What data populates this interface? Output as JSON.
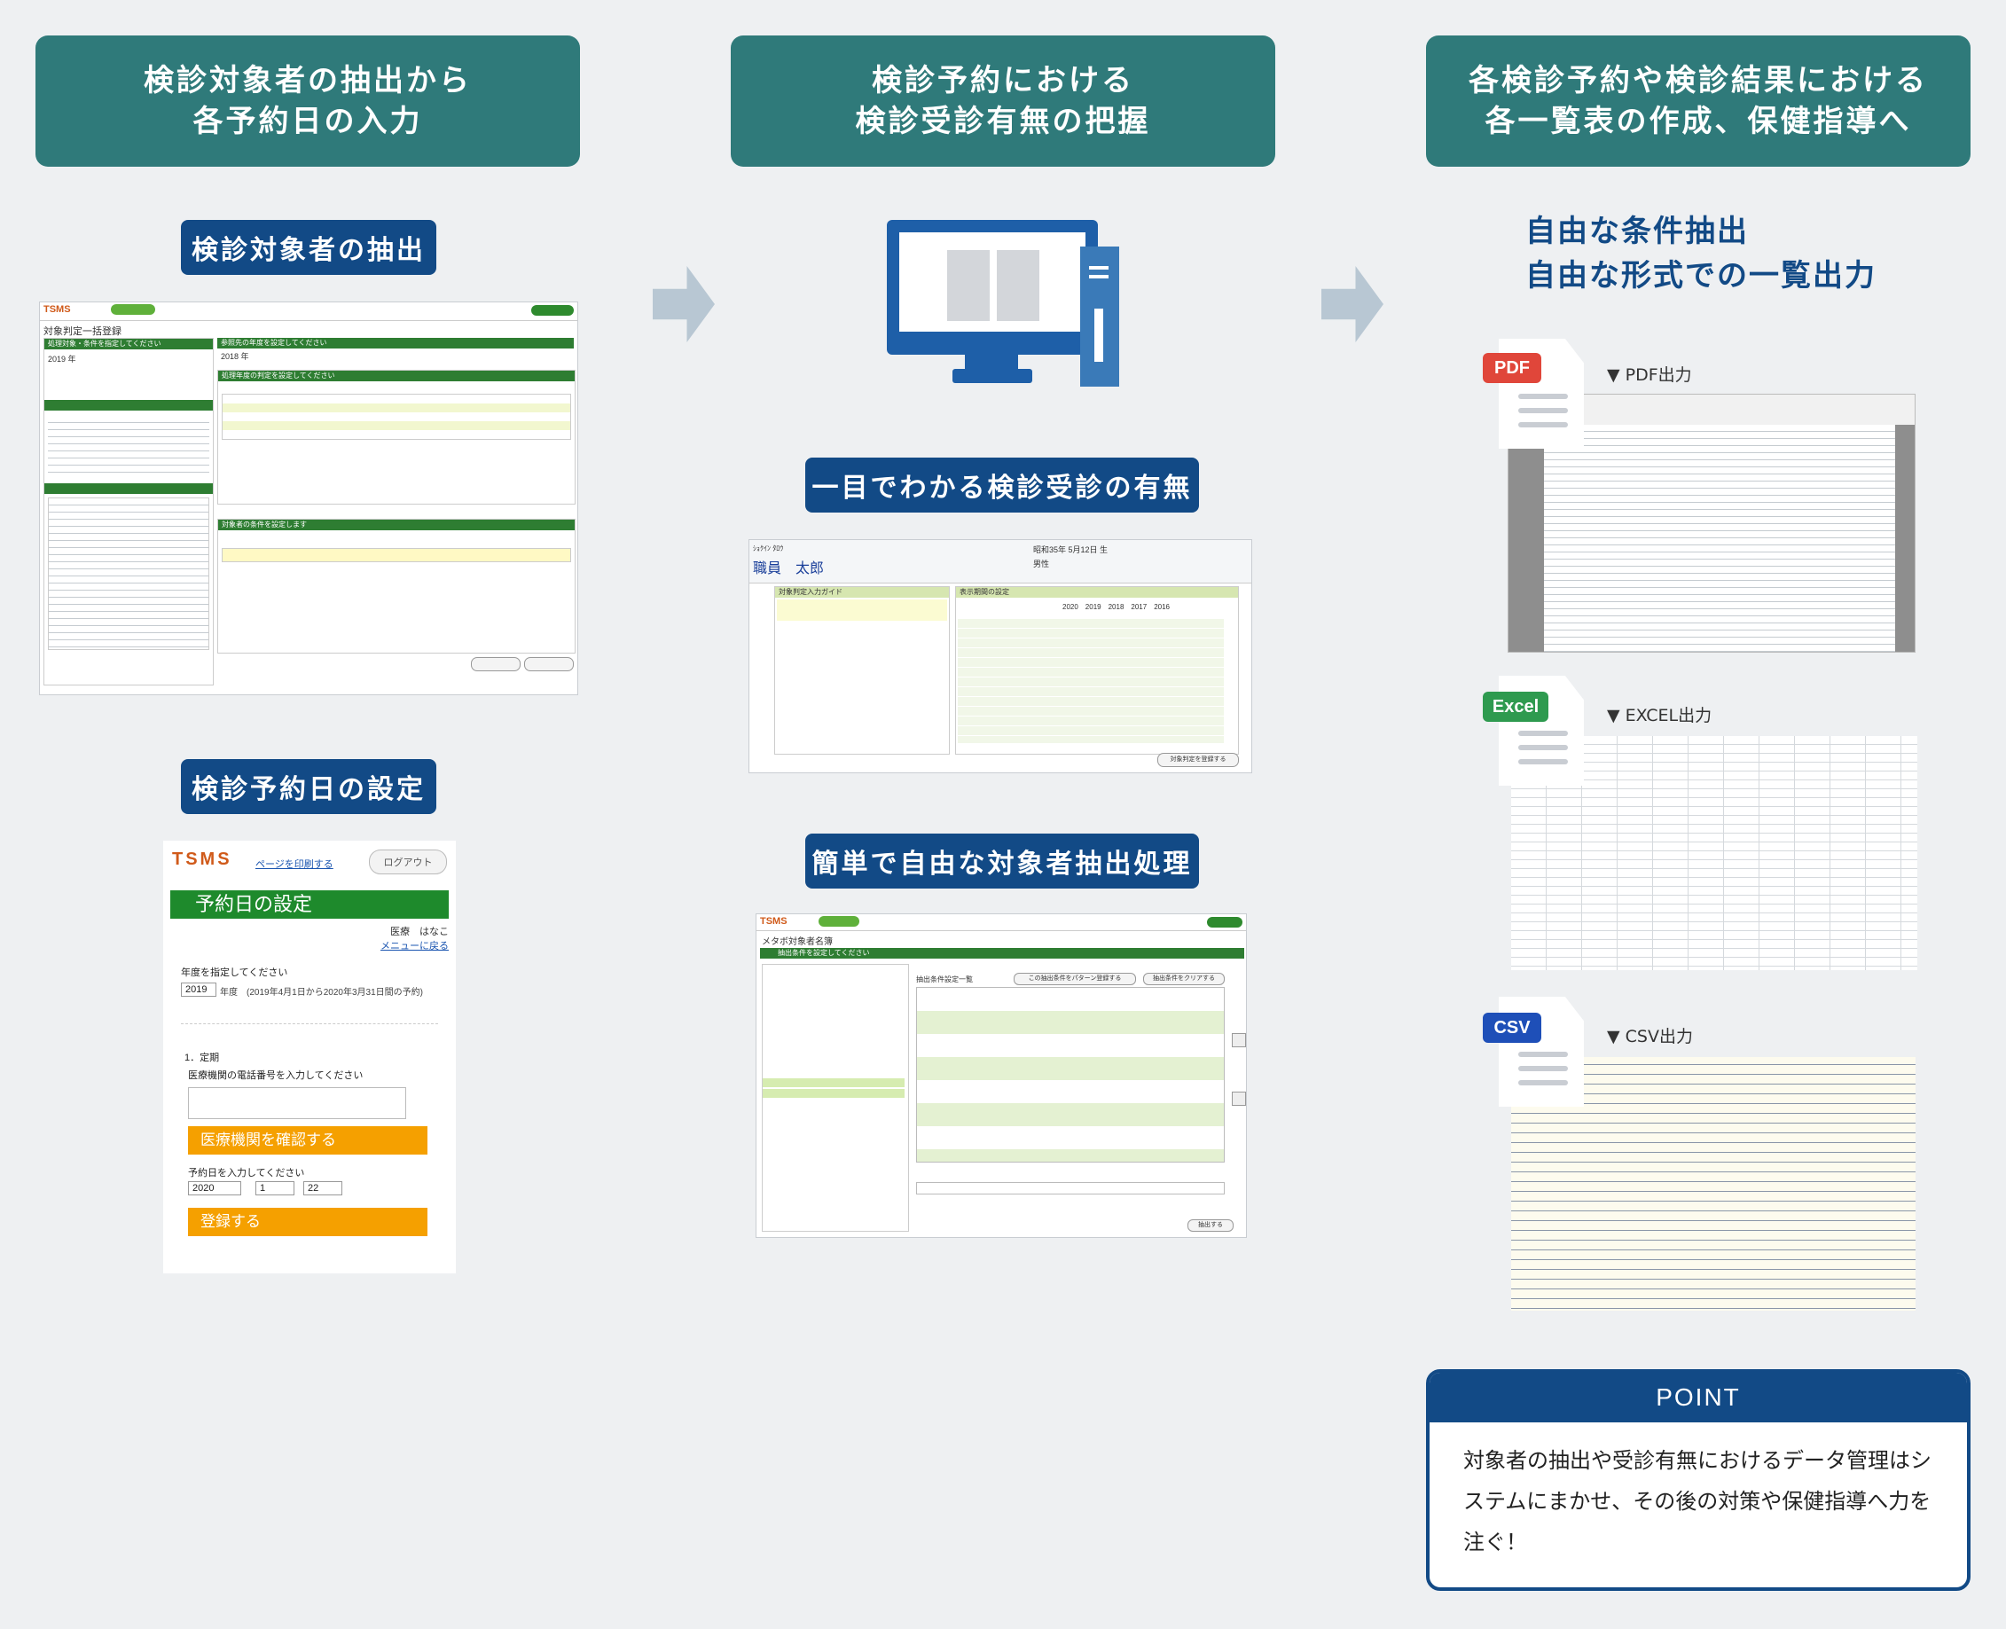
{
  "columns": [
    {
      "title_line1": "検診対象者の抽出から",
      "title_line2": "各予約日の入力"
    },
    {
      "title_line1": "検診予約における",
      "title_line2": "検診受診有無の把握"
    },
    {
      "title_line1": "各検診予約や検診結果における",
      "title_line2": "各一覧表の作成、保健指導へ"
    }
  ],
  "col1": {
    "pill_extract": "検診対象者の抽出",
    "pill_schedule": "検診予約日の設定",
    "extract_screen": {
      "logo": "TSMS",
      "title": "対象判定一括登録",
      "panel_left": "処理対象・条件を指定してください",
      "panel_right_top": "参照先の年度を設定してください",
      "panel_right_mid": "処理年度の判定を設定してください",
      "panel_right_bottom": "対象者の条件を設定します",
      "year": "2019 年",
      "ref_year": "2018 年"
    },
    "schedule_screen": {
      "logo": "TSMS",
      "print_link": "ページを印刷する",
      "logout": "ログアウト",
      "title": "予約日の設定",
      "user": "医療　はなこ",
      "menu_link": "メニューに戻る",
      "year_prompt": "年度を指定してください",
      "year_value": "2019",
      "year_suffix": "年度　(2019年4月1日から2020年3月31日間の予約)",
      "section": "1．定期",
      "phone_prompt": "医療機関の電話番号を入力してください",
      "confirm_button": "医療機関を確認する",
      "date_prompt": "予約日を入力してください",
      "date_year": "2020",
      "date_month": "1",
      "date_day": "22",
      "register_button": "登録する"
    }
  },
  "col2": {
    "pill_status": "一目でわかる検診受診の有無",
    "pill_extraction": "簡単で自由な対象者抽出処理",
    "status_screen": {
      "kana": "ｼｮｸｲﾝ ﾀﾛｳ",
      "name": "職員　太郎",
      "birth": "昭和35年 5月12日 生",
      "gender": "男性",
      "panel_left": "対象判定入力ガイド",
      "panel_right": "表示期間の設定",
      "years": [
        "2020",
        "2019",
        "2018",
        "2017",
        "2016"
      ],
      "footer": "対象判定を登録する"
    },
    "extraction_screen": {
      "logo": "TSMS",
      "title": "メタボ対象者名簿",
      "panel": "抽出条件を設定してください",
      "list_title": "抽出条件設定一覧",
      "save_button": "この抽出条件をパターン登録する",
      "clear_button": "抽出条件をクリアする",
      "run_button": "抽出する"
    }
  },
  "col3": {
    "headline_line1": "自由な条件抽出",
    "headline_line2": "自由な形式での一覧出力",
    "outputs": [
      {
        "badge": "PDF",
        "label": "▼ PDF出力",
        "color": "#e0463a"
      },
      {
        "badge": "Excel",
        "label": "▼ EXCEL出力",
        "color": "#2e9a4f"
      },
      {
        "badge": "CSV",
        "label": "▼ CSV出力",
        "color": "#1e4fb8"
      }
    ],
    "point": {
      "title": "POINT",
      "text": "対象者の抽出や受診有無におけるデータ管理はシステムにまかせ、その後の対策や保健指導へ力を注ぐ！"
    }
  },
  "colors": {
    "header_teal": "#2f7a7a",
    "pill_navy": "#124a86",
    "background": "#eef0f2",
    "arrow": "#b8c7d3",
    "accent_orange": "#f5a000",
    "accent_green": "#1e8a2c"
  }
}
